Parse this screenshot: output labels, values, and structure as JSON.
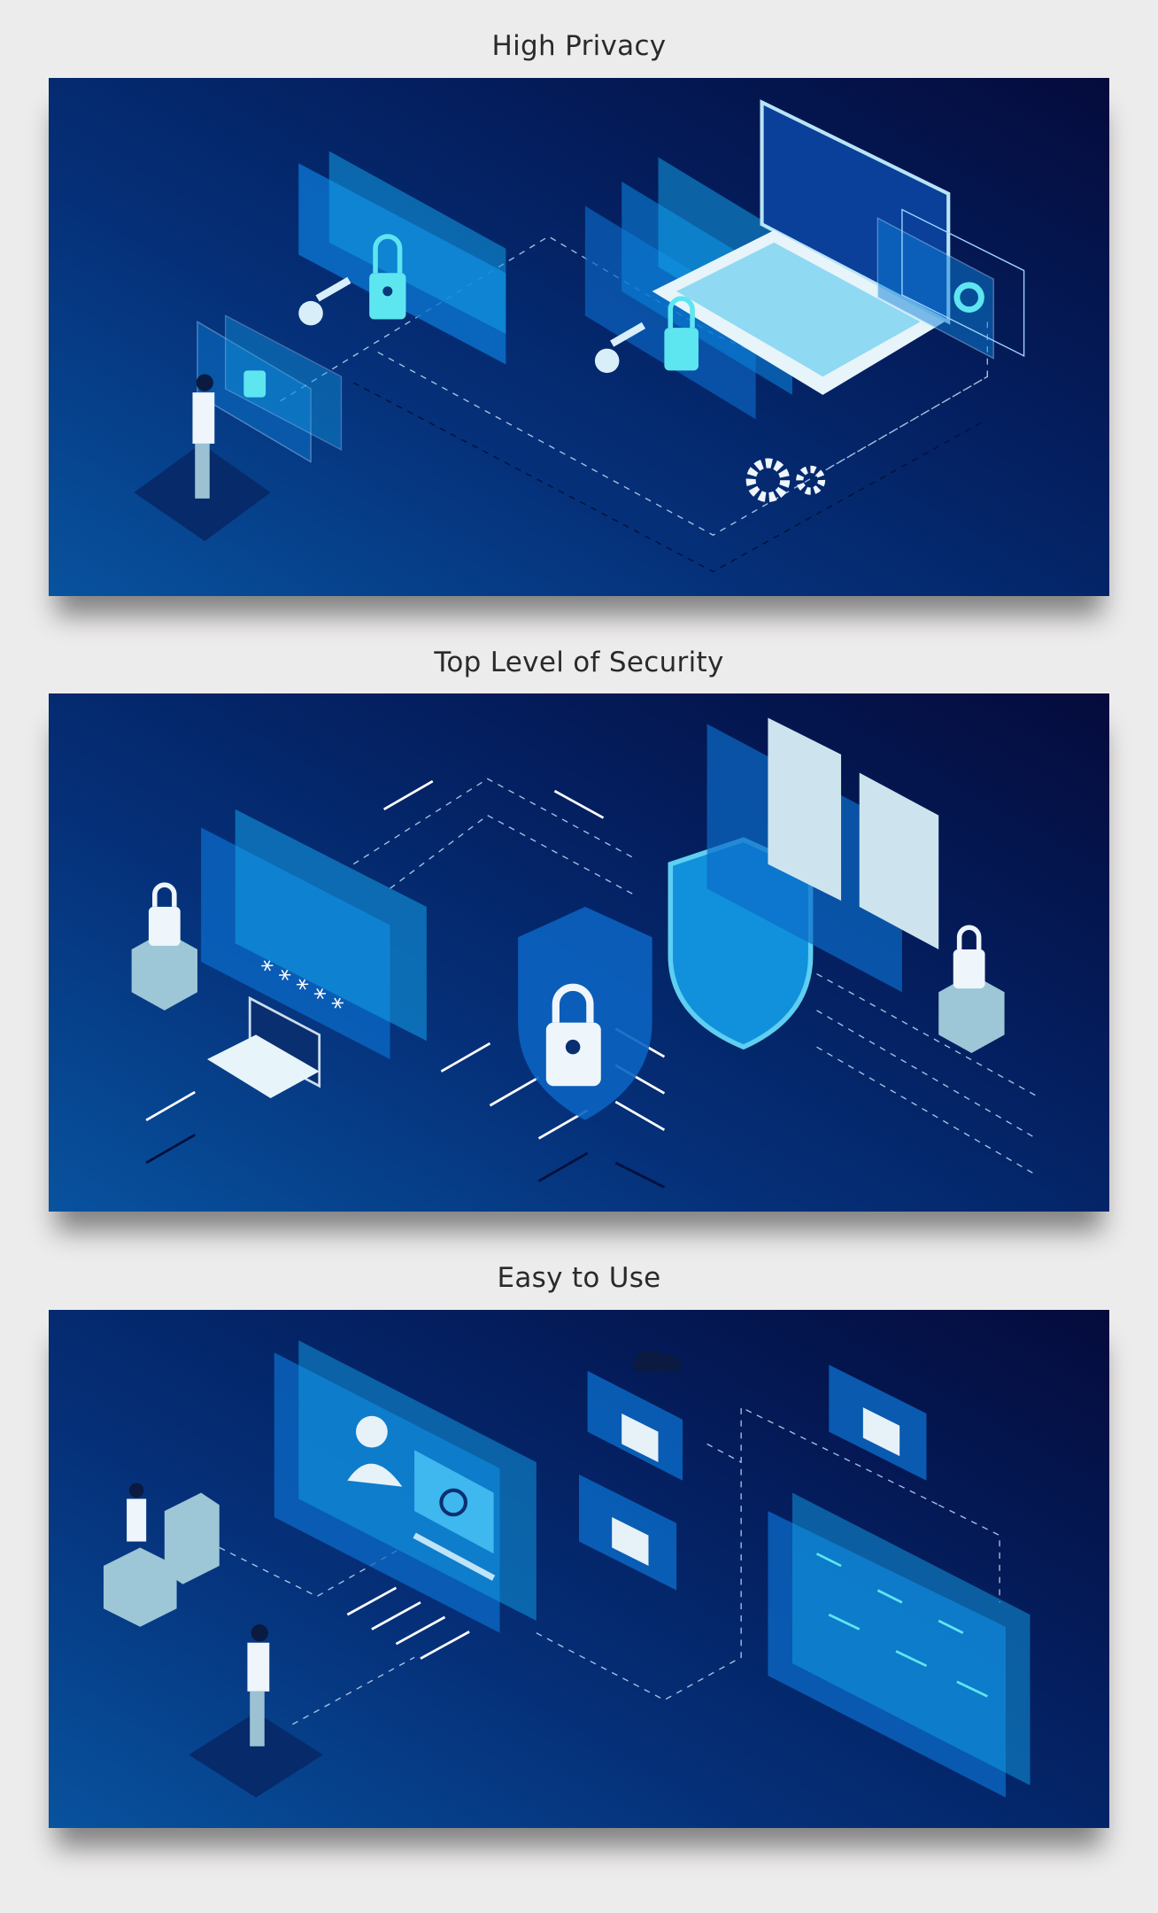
{
  "sections": [
    {
      "title": "High Privacy",
      "illustration": "lock-key-laptop-privacy"
    },
    {
      "title": "Top Level of Security",
      "illustration": "shield-server-security"
    },
    {
      "title": "Easy to Use",
      "illustration": "user-folders-dashboard"
    }
  ],
  "colors": {
    "background": "#edecec",
    "panel_dark": "#050b3c",
    "panel_light": "#08529e",
    "accent": "#5ee6f0"
  }
}
